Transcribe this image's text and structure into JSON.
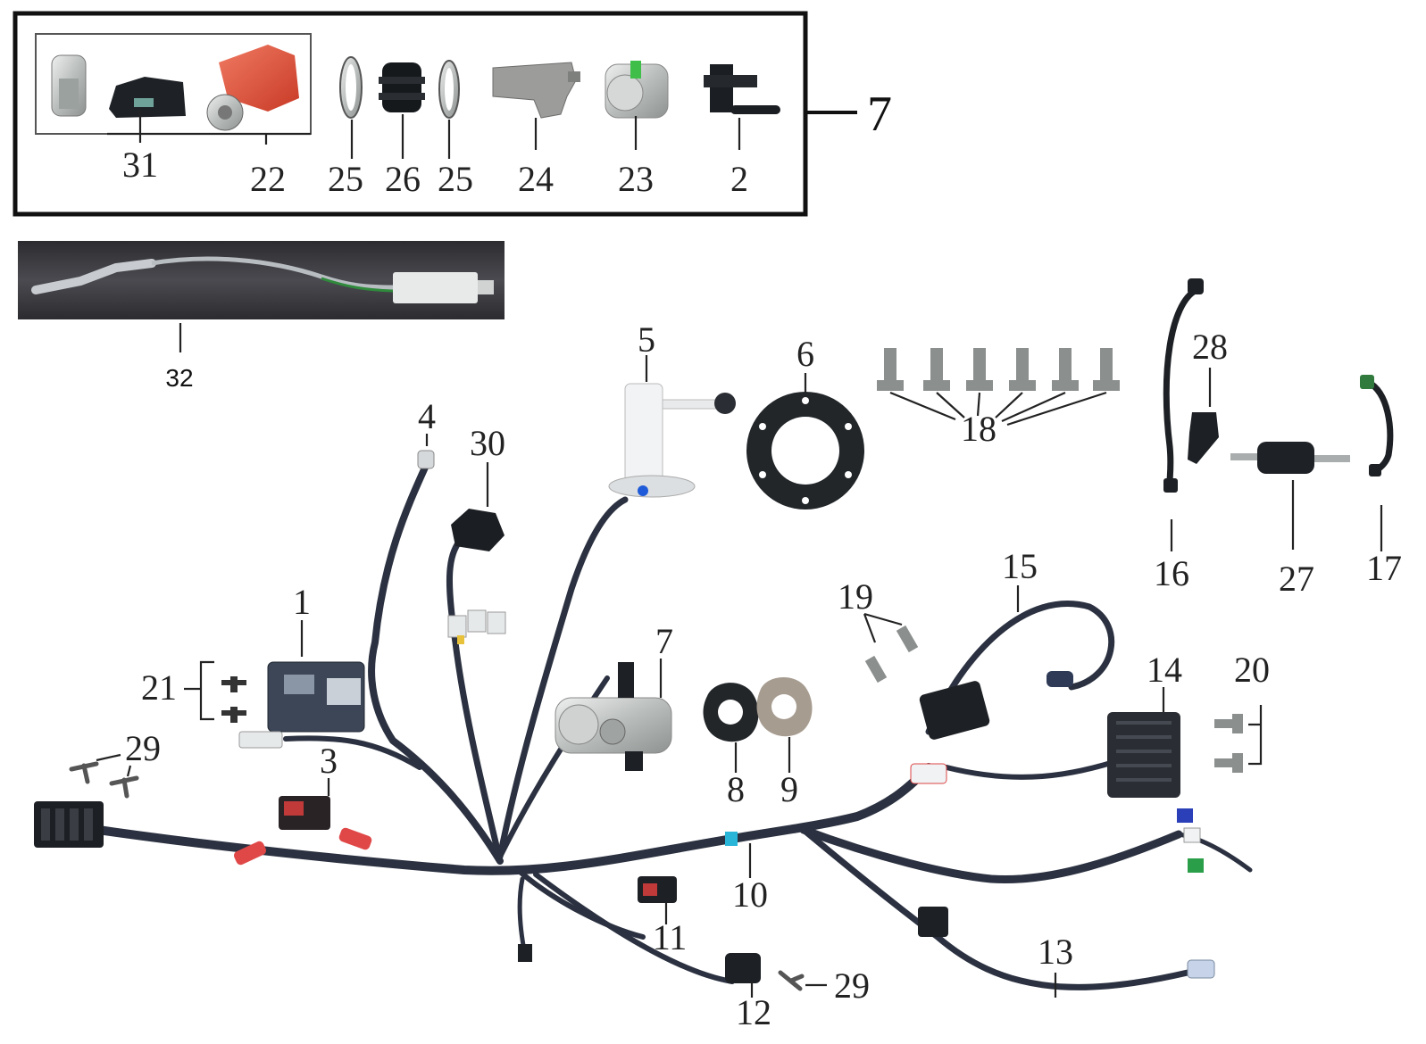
{
  "labels": {
    "l1": "1",
    "l2": "2",
    "l3": "3",
    "l4": "4",
    "l5": "5",
    "l6": "6",
    "l7_box": "7",
    "l7": "7",
    "l8": "8",
    "l9": "9",
    "l10": "10",
    "l11": "11",
    "l12": "12",
    "l13": "13",
    "l14": "14",
    "l15": "15",
    "l16": "16",
    "l17": "17",
    "l18": "18",
    "l19": "19",
    "l20": "20",
    "l21": "21",
    "l22": "22",
    "l23": "23",
    "l24": "24",
    "l25a": "25",
    "l25b": "25",
    "l26": "26",
    "l27": "27",
    "l28": "28",
    "l29a": "29",
    "l29b": "29",
    "l30": "30",
    "l31": "31",
    "l32": "32"
  },
  "icons": {
    "main_harness": "wiring-harness",
    "ecu": "ecu-module",
    "throttle_body": "throttle-body",
    "fuel_pump": "fuel-pump",
    "fuel_filter": "fuel-filter",
    "ignition_coil": "ignition-coil",
    "regulator": "voltage-regulator",
    "oxygen_sensor": "oxygen-sensor"
  },
  "colors": {
    "wire": "#2b3140",
    "ecu": "#3c4656",
    "regulator": "#2a2d33",
    "red_part": "#d94a35",
    "sensor_photo_bg": "#3a3a3f"
  }
}
